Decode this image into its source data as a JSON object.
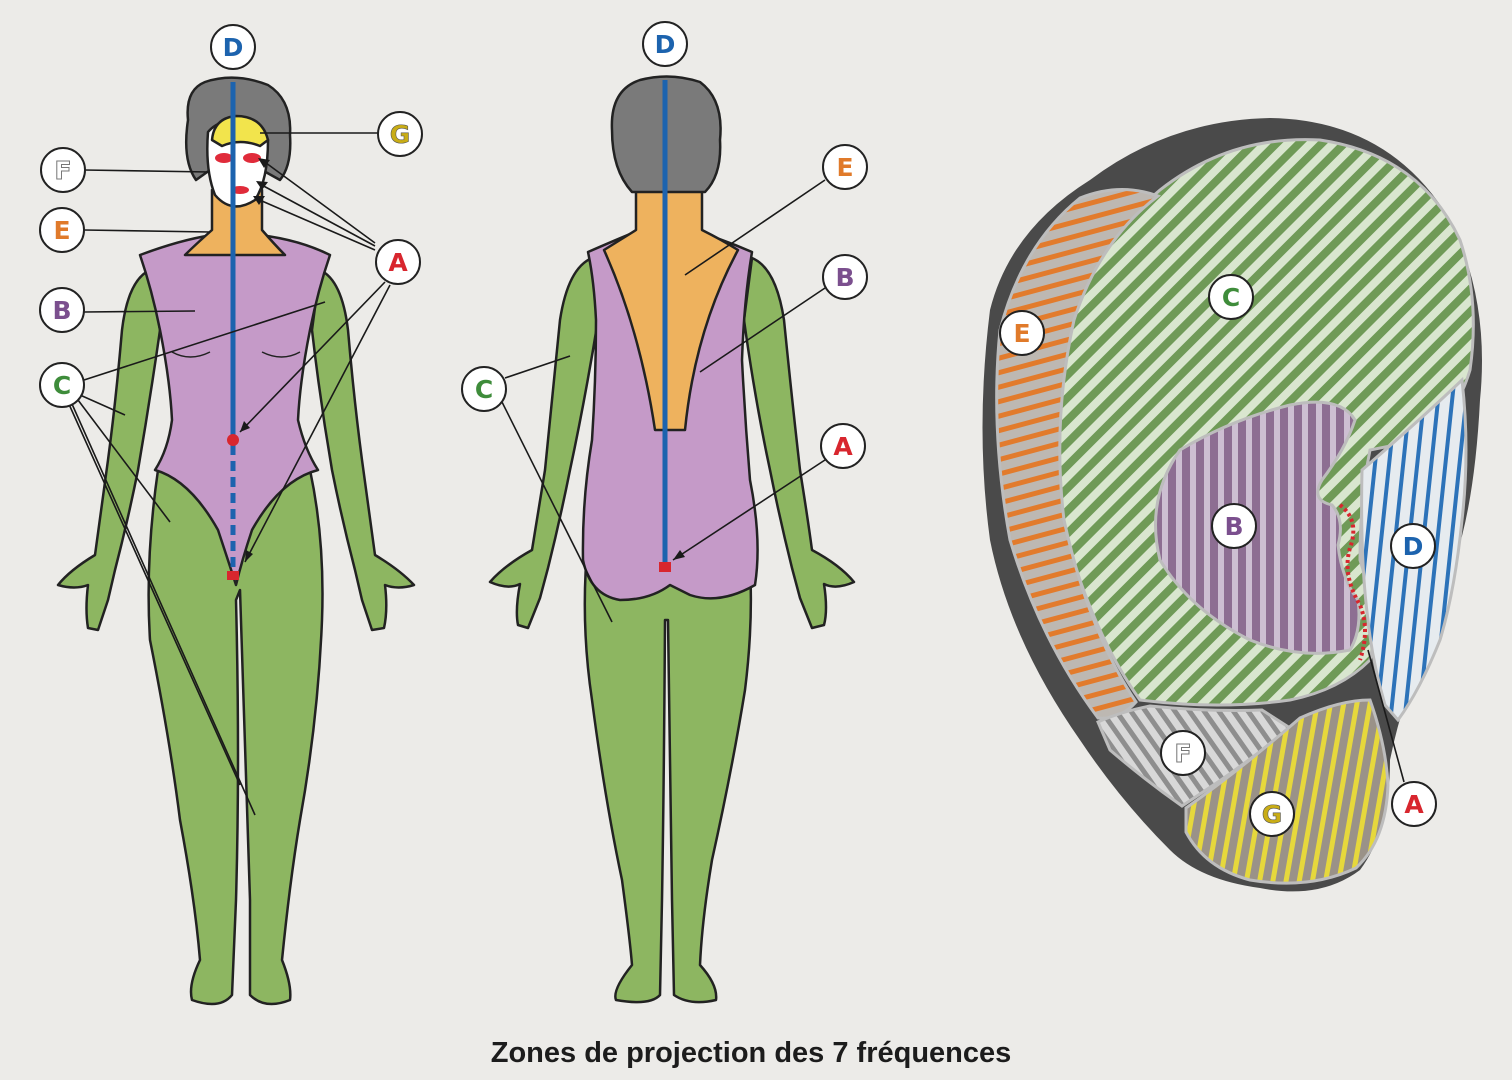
{
  "caption": "Zones de projection des 7 fréquences",
  "colors": {
    "A": "#d8262e",
    "B": "#7b4f8e",
    "C": "#3e8c3a",
    "D": "#1c63ae",
    "E": "#e07a2a",
    "F": "#9a9a9a",
    "G": "#c9ad16",
    "body_green": "#8db661",
    "body_purple": "#c59ac8",
    "body_orange": "#eeb25e",
    "hair_grey": "#7a7a7a",
    "face_yellow": "#f2e44c"
  },
  "labels": {
    "front": {
      "D": "D",
      "G": "G",
      "F": "F",
      "E": "E",
      "A": "A",
      "B": "B",
      "C": "C"
    },
    "back": {
      "D": "D",
      "E": "E",
      "B": "B",
      "C": "C",
      "A": "A"
    },
    "ear": {
      "C": "C",
      "E": "E",
      "B": "B",
      "D": "D",
      "F": "F",
      "G": "G",
      "A": "A"
    }
  }
}
